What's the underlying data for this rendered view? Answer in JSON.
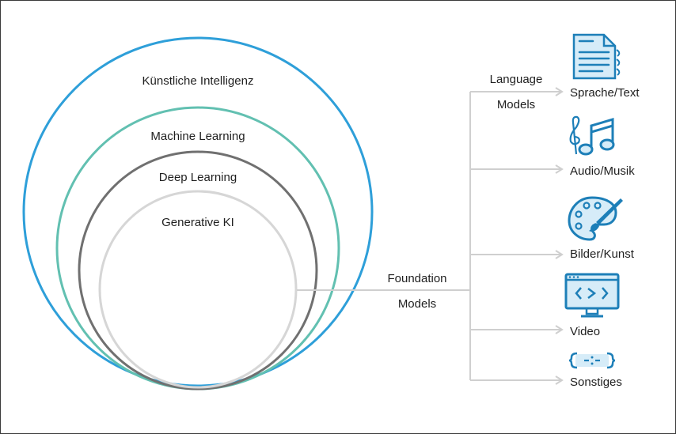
{
  "colors": {
    "ki": "#2e9fd9",
    "ml": "#62c0b1",
    "dl": "#707070",
    "gen": "#d6d6d6",
    "connector": "#cfcfcf",
    "icon_dark": "#1d7fb8",
    "icon_light": "#d6ecf8"
  },
  "circles": {
    "ki": "Künstliche Intelligenz",
    "ml": "Machine Learning",
    "dl": "Deep Learning",
    "gen": "Generative KI"
  },
  "foundation": {
    "line1": "Foundation",
    "line2": "Models"
  },
  "language": {
    "line1": "Language",
    "line2": "Models"
  },
  "outputs": [
    {
      "label": "Sprache/Text",
      "icon": "document-text-icon"
    },
    {
      "label": "Audio/Musik",
      "icon": "music-note-icon"
    },
    {
      "label": "Bilder/Kunst",
      "icon": "palette-brush-icon"
    },
    {
      "label": "Video",
      "icon": "monitor-code-icon"
    },
    {
      "label": "Sonstiges",
      "icon": "braces-dots-icon"
    }
  ]
}
